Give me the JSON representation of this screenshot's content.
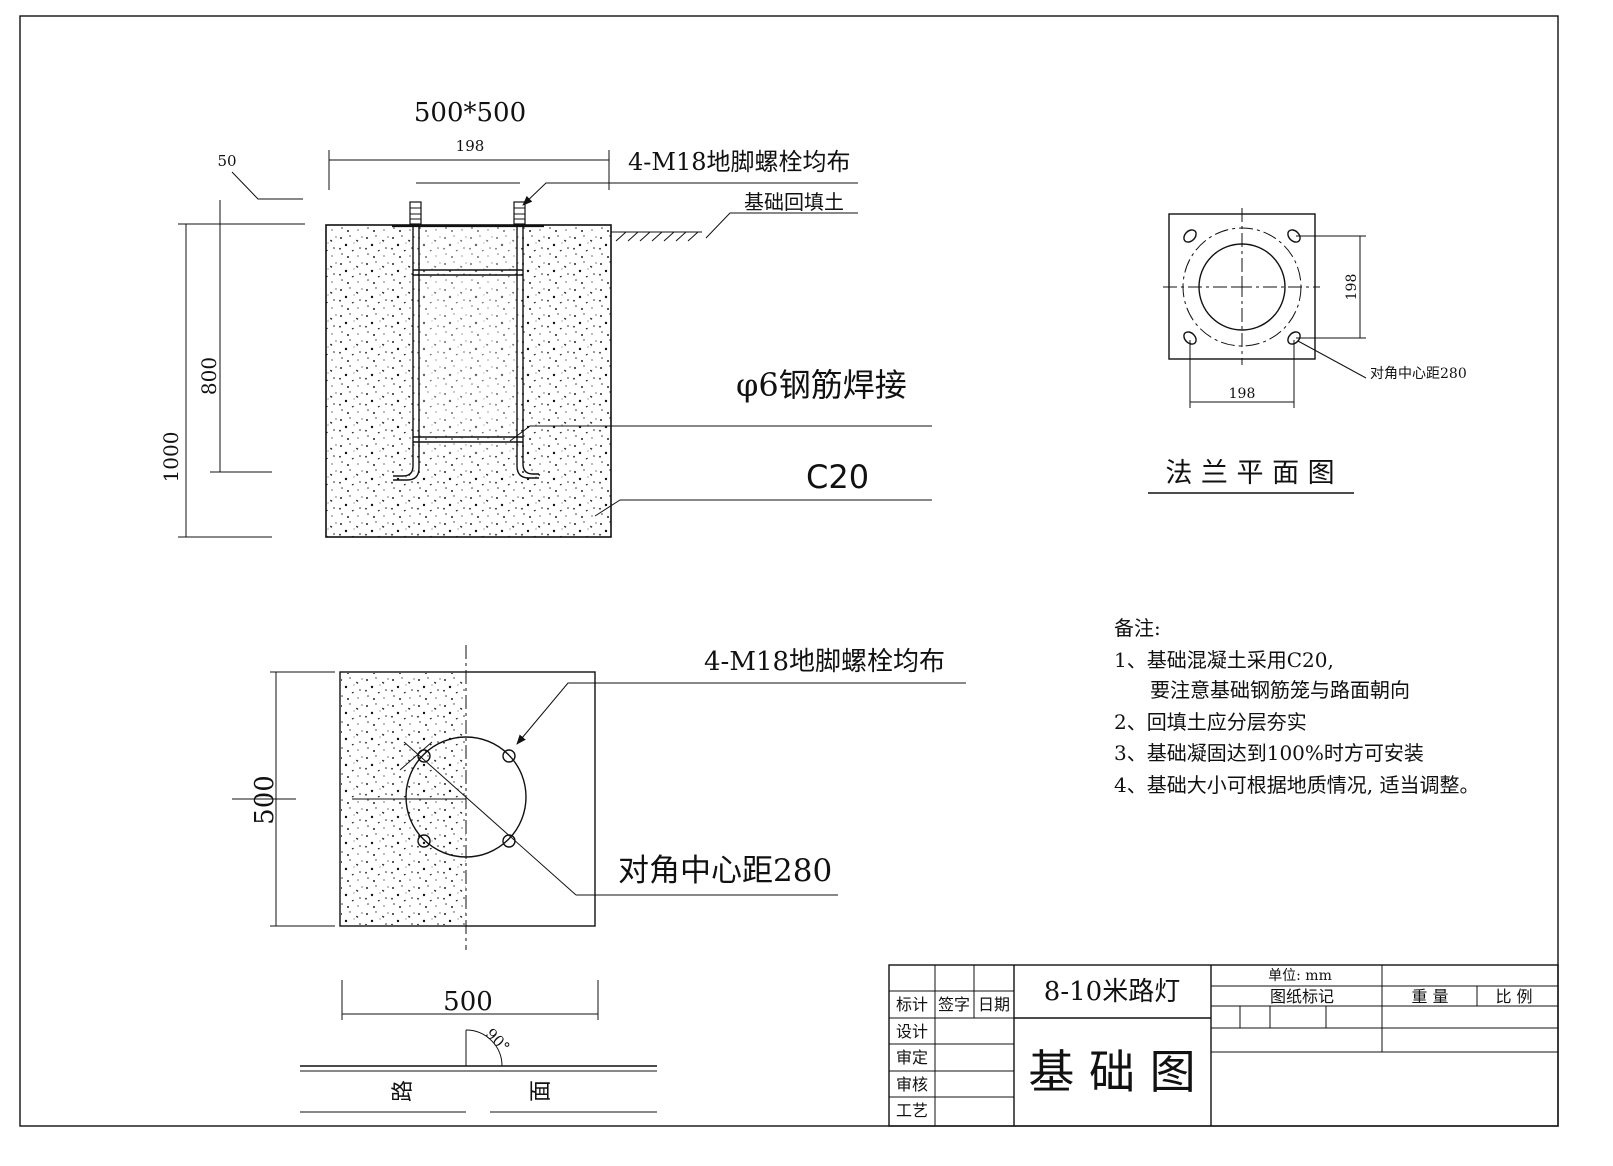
{
  "elevation": {
    "size_label": "500*500",
    "bolt_spacing_label": "198",
    "cover_label": "50",
    "embed_depth_label": "800",
    "total_depth_label": "1000",
    "bolt_callout": "4-M18地脚螺栓均布",
    "backfill_callout": "基础回填土",
    "rebar_callout": "φ6钢筋焊接",
    "concrete_callout": "C20"
  },
  "flange": {
    "dim_vertical": "198",
    "dim_horizontal": "198",
    "diagonal_note": "对角中心距280",
    "title": "法 兰 平 面 图"
  },
  "plan": {
    "bolt_callout": "4-M18地脚螺栓均布",
    "height_label": "500",
    "width_label": "500",
    "angle_label": "90°",
    "diagonal_note": "对角中心距280",
    "road_label_left": "路",
    "road_label_right": "面"
  },
  "notes": {
    "heading": "备注:",
    "items": [
      "1、基础混凝土采用C20,",
      "要注意基础钢筋笼与路面朝向",
      "2、回填土应分层夯实",
      "3、基础凝固达到100%时方可安装",
      "4、基础大小可根据地质情况, 适当调整。"
    ]
  },
  "title_block": {
    "headers": [
      "标计",
      "签字",
      "日期"
    ],
    "rows": [
      "设计",
      "审定",
      "审核",
      "工艺"
    ],
    "project": "8-10米路灯",
    "drawing_title": "基 础 图",
    "unit": "单位: mm",
    "drawing_mark": "图纸标记",
    "weight": "重 量",
    "scale": "比 例"
  }
}
